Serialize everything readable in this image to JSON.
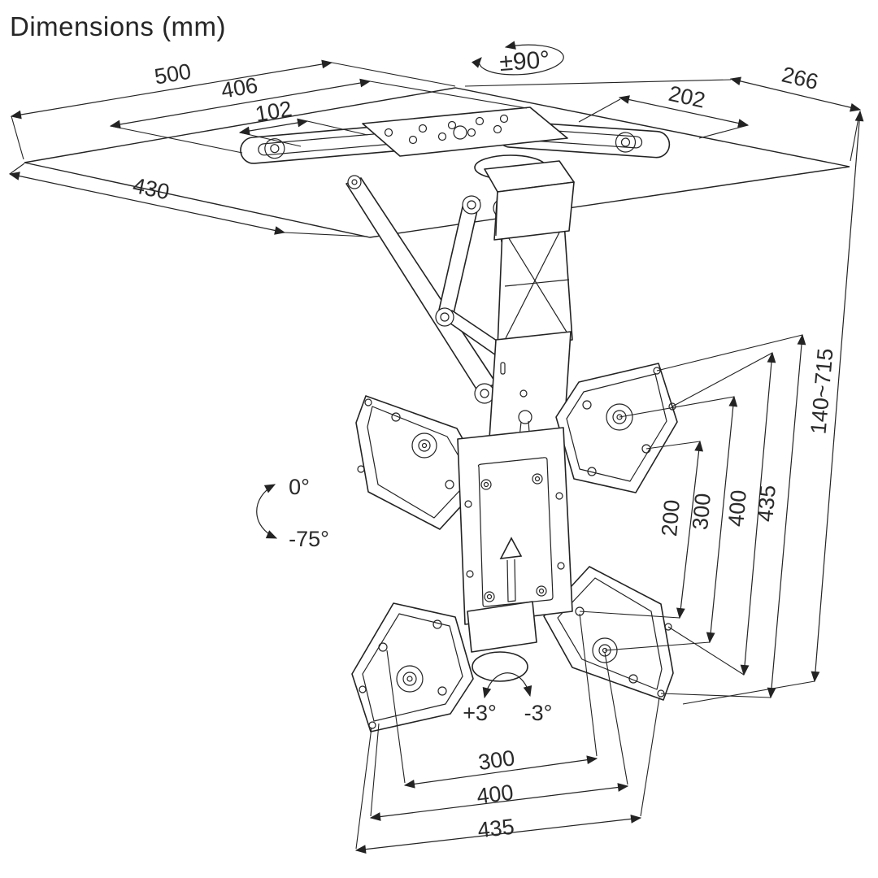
{
  "title": "Dimensions (mm)",
  "rotation": {
    "swivel": "±90°",
    "tilt_max": "0°",
    "tilt_min": "-75°",
    "level_cw": "+3°",
    "level_ccw": "-3°"
  },
  "dims": {
    "top": {
      "outer_width": "500",
      "inner_width": "406",
      "center_width": "102",
      "left_depth": "430",
      "right_width": "202",
      "right_depth": "266"
    },
    "right": {
      "height_range": "140~715",
      "plate_height": "435",
      "vesa_400": "400",
      "vesa_300": "300",
      "vesa_200": "200"
    },
    "bottom": {
      "vesa_300": "300",
      "vesa_400": "400",
      "plate_width": "435"
    }
  }
}
